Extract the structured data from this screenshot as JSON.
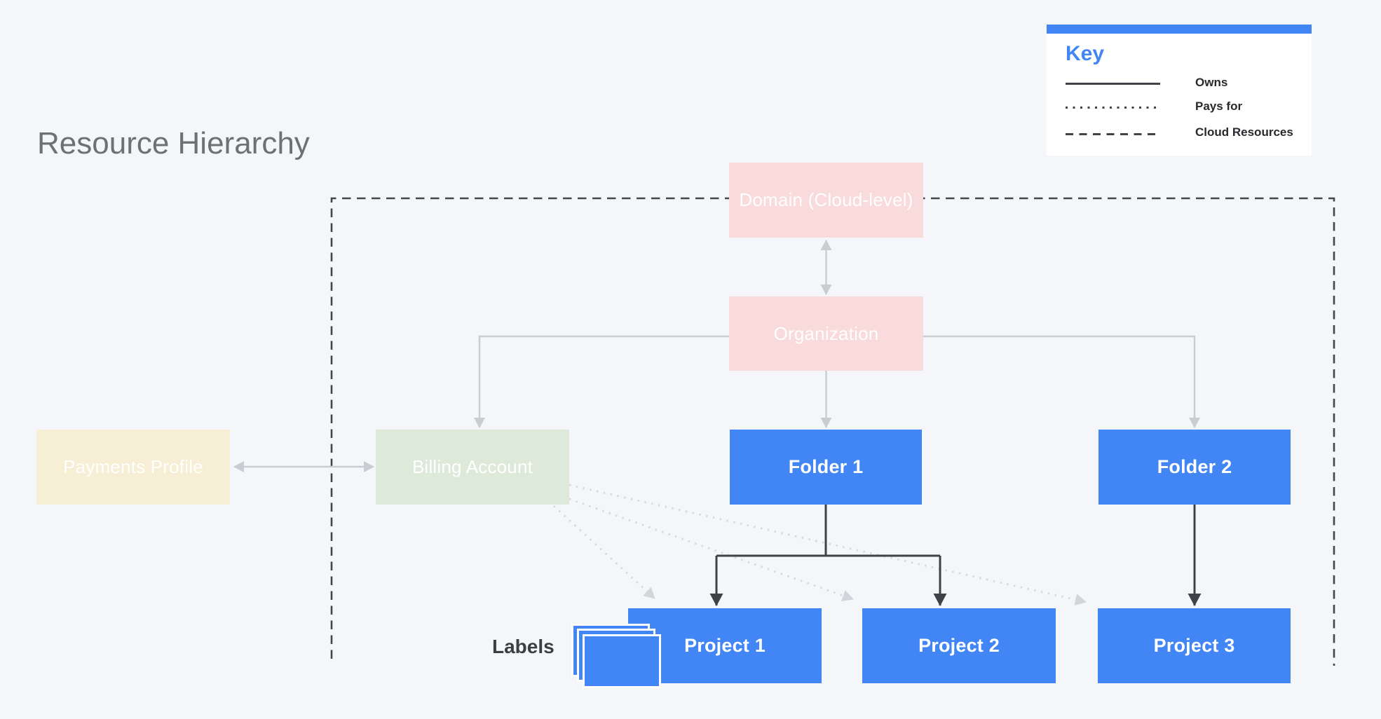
{
  "title": "Resource Hierarchy",
  "key": {
    "title": "Key",
    "items": [
      {
        "style": "solid",
        "label": "Owns"
      },
      {
        "style": "dotted",
        "label": "Pays for"
      },
      {
        "style": "dashed",
        "label": "Cloud Resources"
      }
    ]
  },
  "nodes": {
    "domain": {
      "label": "Domain (Cloud-level)",
      "kind": "pink"
    },
    "organization": {
      "label": "Organization",
      "kind": "pink"
    },
    "payments_profile": {
      "label": "Payments Profile",
      "kind": "cream"
    },
    "billing_account": {
      "label": "Billing Account",
      "kind": "green"
    },
    "folder1": {
      "label": "Folder 1",
      "kind": "blue"
    },
    "folder2": {
      "label": "Folder 2",
      "kind": "blue"
    },
    "project1": {
      "label": "Project 1",
      "kind": "blue"
    },
    "project2": {
      "label": "Project 2",
      "kind": "blue"
    },
    "project3": {
      "label": "Project 3",
      "kind": "blue"
    }
  },
  "annotations": {
    "labels": "Labels"
  },
  "colors": {
    "accent_blue": "#4285f4",
    "pink_box": "#f8dbda",
    "green_box": "#ddeada",
    "cream_box": "#f7eed6",
    "background": "#f4f6f9",
    "gray_connector": "#c9cdd2",
    "dotted_connector": "#d7dadd",
    "dark_connector": "#3f4348",
    "title_text": "#6f7072"
  }
}
